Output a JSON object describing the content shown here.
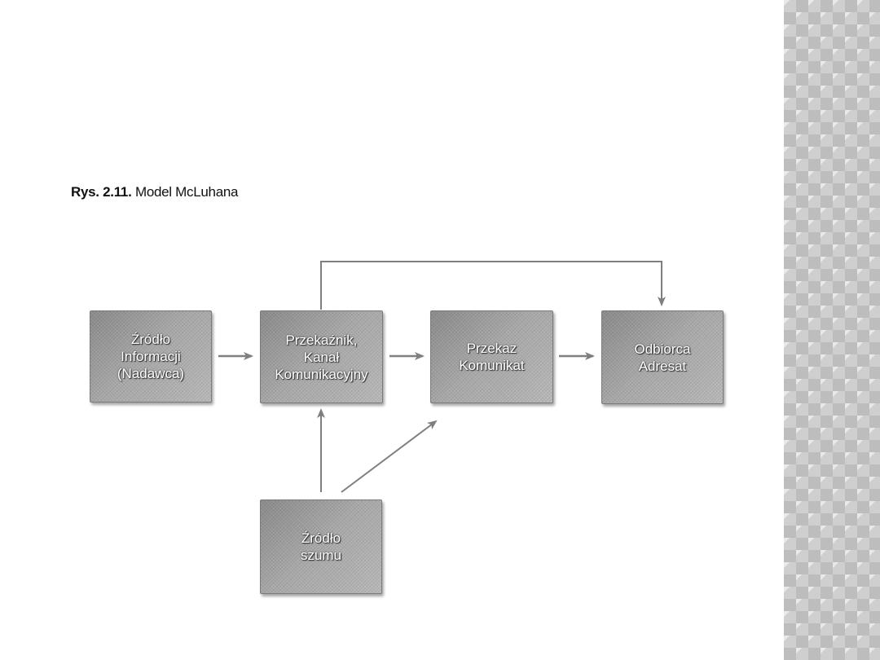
{
  "caption": {
    "number": "Rys. 2.11.",
    "title": "Model McLuhana"
  },
  "diagram": {
    "nodes": [
      {
        "id": "source",
        "label": "Źródło\nInformacji\n(Nadawca)"
      },
      {
        "id": "channel",
        "label": "Przekaźnik,\nKanał\nKomunikacyjny"
      },
      {
        "id": "message",
        "label": "Przekaz\nKomunikat"
      },
      {
        "id": "receiver",
        "label": "Odbiorca\nAdresat"
      },
      {
        "id": "noise",
        "label": "Źródło\nszumu"
      }
    ],
    "edges": [
      {
        "from": "source",
        "to": "channel"
      },
      {
        "from": "channel",
        "to": "message"
      },
      {
        "from": "message",
        "to": "receiver"
      },
      {
        "from": "channel",
        "to": "receiver",
        "route": "over-top"
      },
      {
        "from": "noise",
        "to": "channel"
      },
      {
        "from": "noise",
        "to": "message"
      }
    ]
  },
  "colors": {
    "box_fill": "#9a9a9a",
    "box_text": "#ffffff",
    "arrow": "#7f7f7f",
    "side_pattern": "#cfcfcf"
  }
}
